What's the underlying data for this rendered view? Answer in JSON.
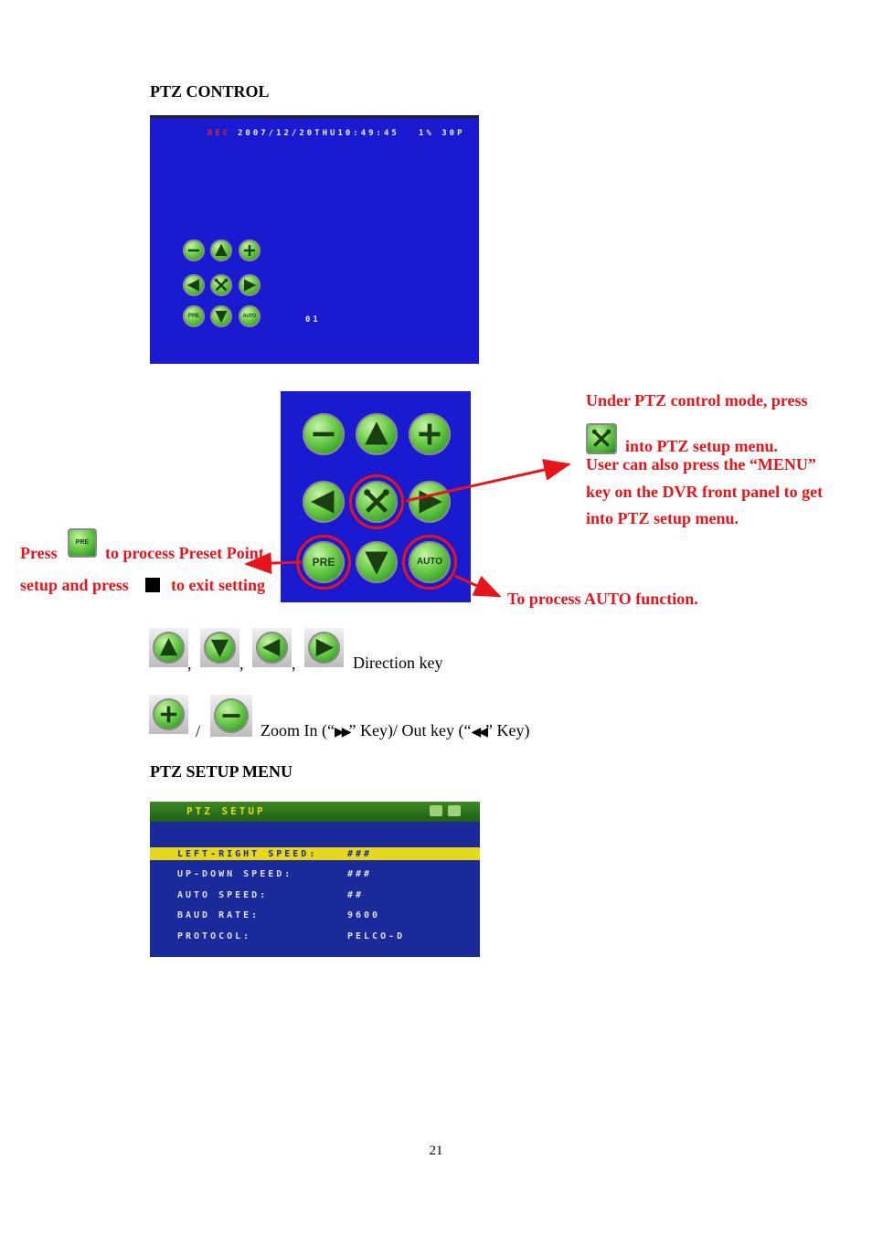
{
  "headings": {
    "ptz_control": "PTZ CONTROL",
    "ptz_setup_menu": "PTZ SETUP MENU"
  },
  "screen": {
    "rec": "REC",
    "datetime": "2007/12/20THU10:49:45",
    "status": "1% 30P",
    "channel": "01"
  },
  "buttons": {
    "pre": "PRE",
    "auto": "AUTO"
  },
  "callouts": {
    "setup_line1": "Under PTZ control mode, press",
    "setup_line2": "into PTZ setup menu.",
    "setup_line3": "User can also press the “MENU”",
    "setup_line4": "key on the DVR front panel to get",
    "setup_line5": "into PTZ setup menu.",
    "preset_press": "Press",
    "preset_line1": "to process Preset Point",
    "preset_line2a": "setup and press",
    "preset_line2b": "to exit setting",
    "auto": "To process AUTO function."
  },
  "legend": {
    "direction_sep1": ",",
    "direction_sep2": ",",
    "direction_sep3": ",",
    "direction_key": "Direction key",
    "zoom_sep": "/",
    "zoom_text_a": "Zoom In (“",
    "zoom_in_glyph": "▶▶",
    "zoom_text_b": "” Key)/ Out key (“",
    "zoom_out_glyph": "◀◀",
    "zoom_text_c": "” Key)"
  },
  "setup_menu": {
    "title": "PTZ SETUP",
    "rows": [
      {
        "label": "LEFT-RIGHT SPEED:",
        "value": "###"
      },
      {
        "label": "UP-DOWN SPEED:",
        "value": "###"
      },
      {
        "label": "AUTO SPEED:",
        "value": "##"
      },
      {
        "label": "BAUD RATE:",
        "value": "9600"
      },
      {
        "label": "PROTOCOL:",
        "value": "PELCO-D"
      }
    ]
  },
  "page_number": "21",
  "colors": {
    "callout_red": "#e8141c",
    "screen_blue": "#1a1ad0",
    "button_green": "#4fb832",
    "highlight_yellow": "#e8d81c"
  }
}
